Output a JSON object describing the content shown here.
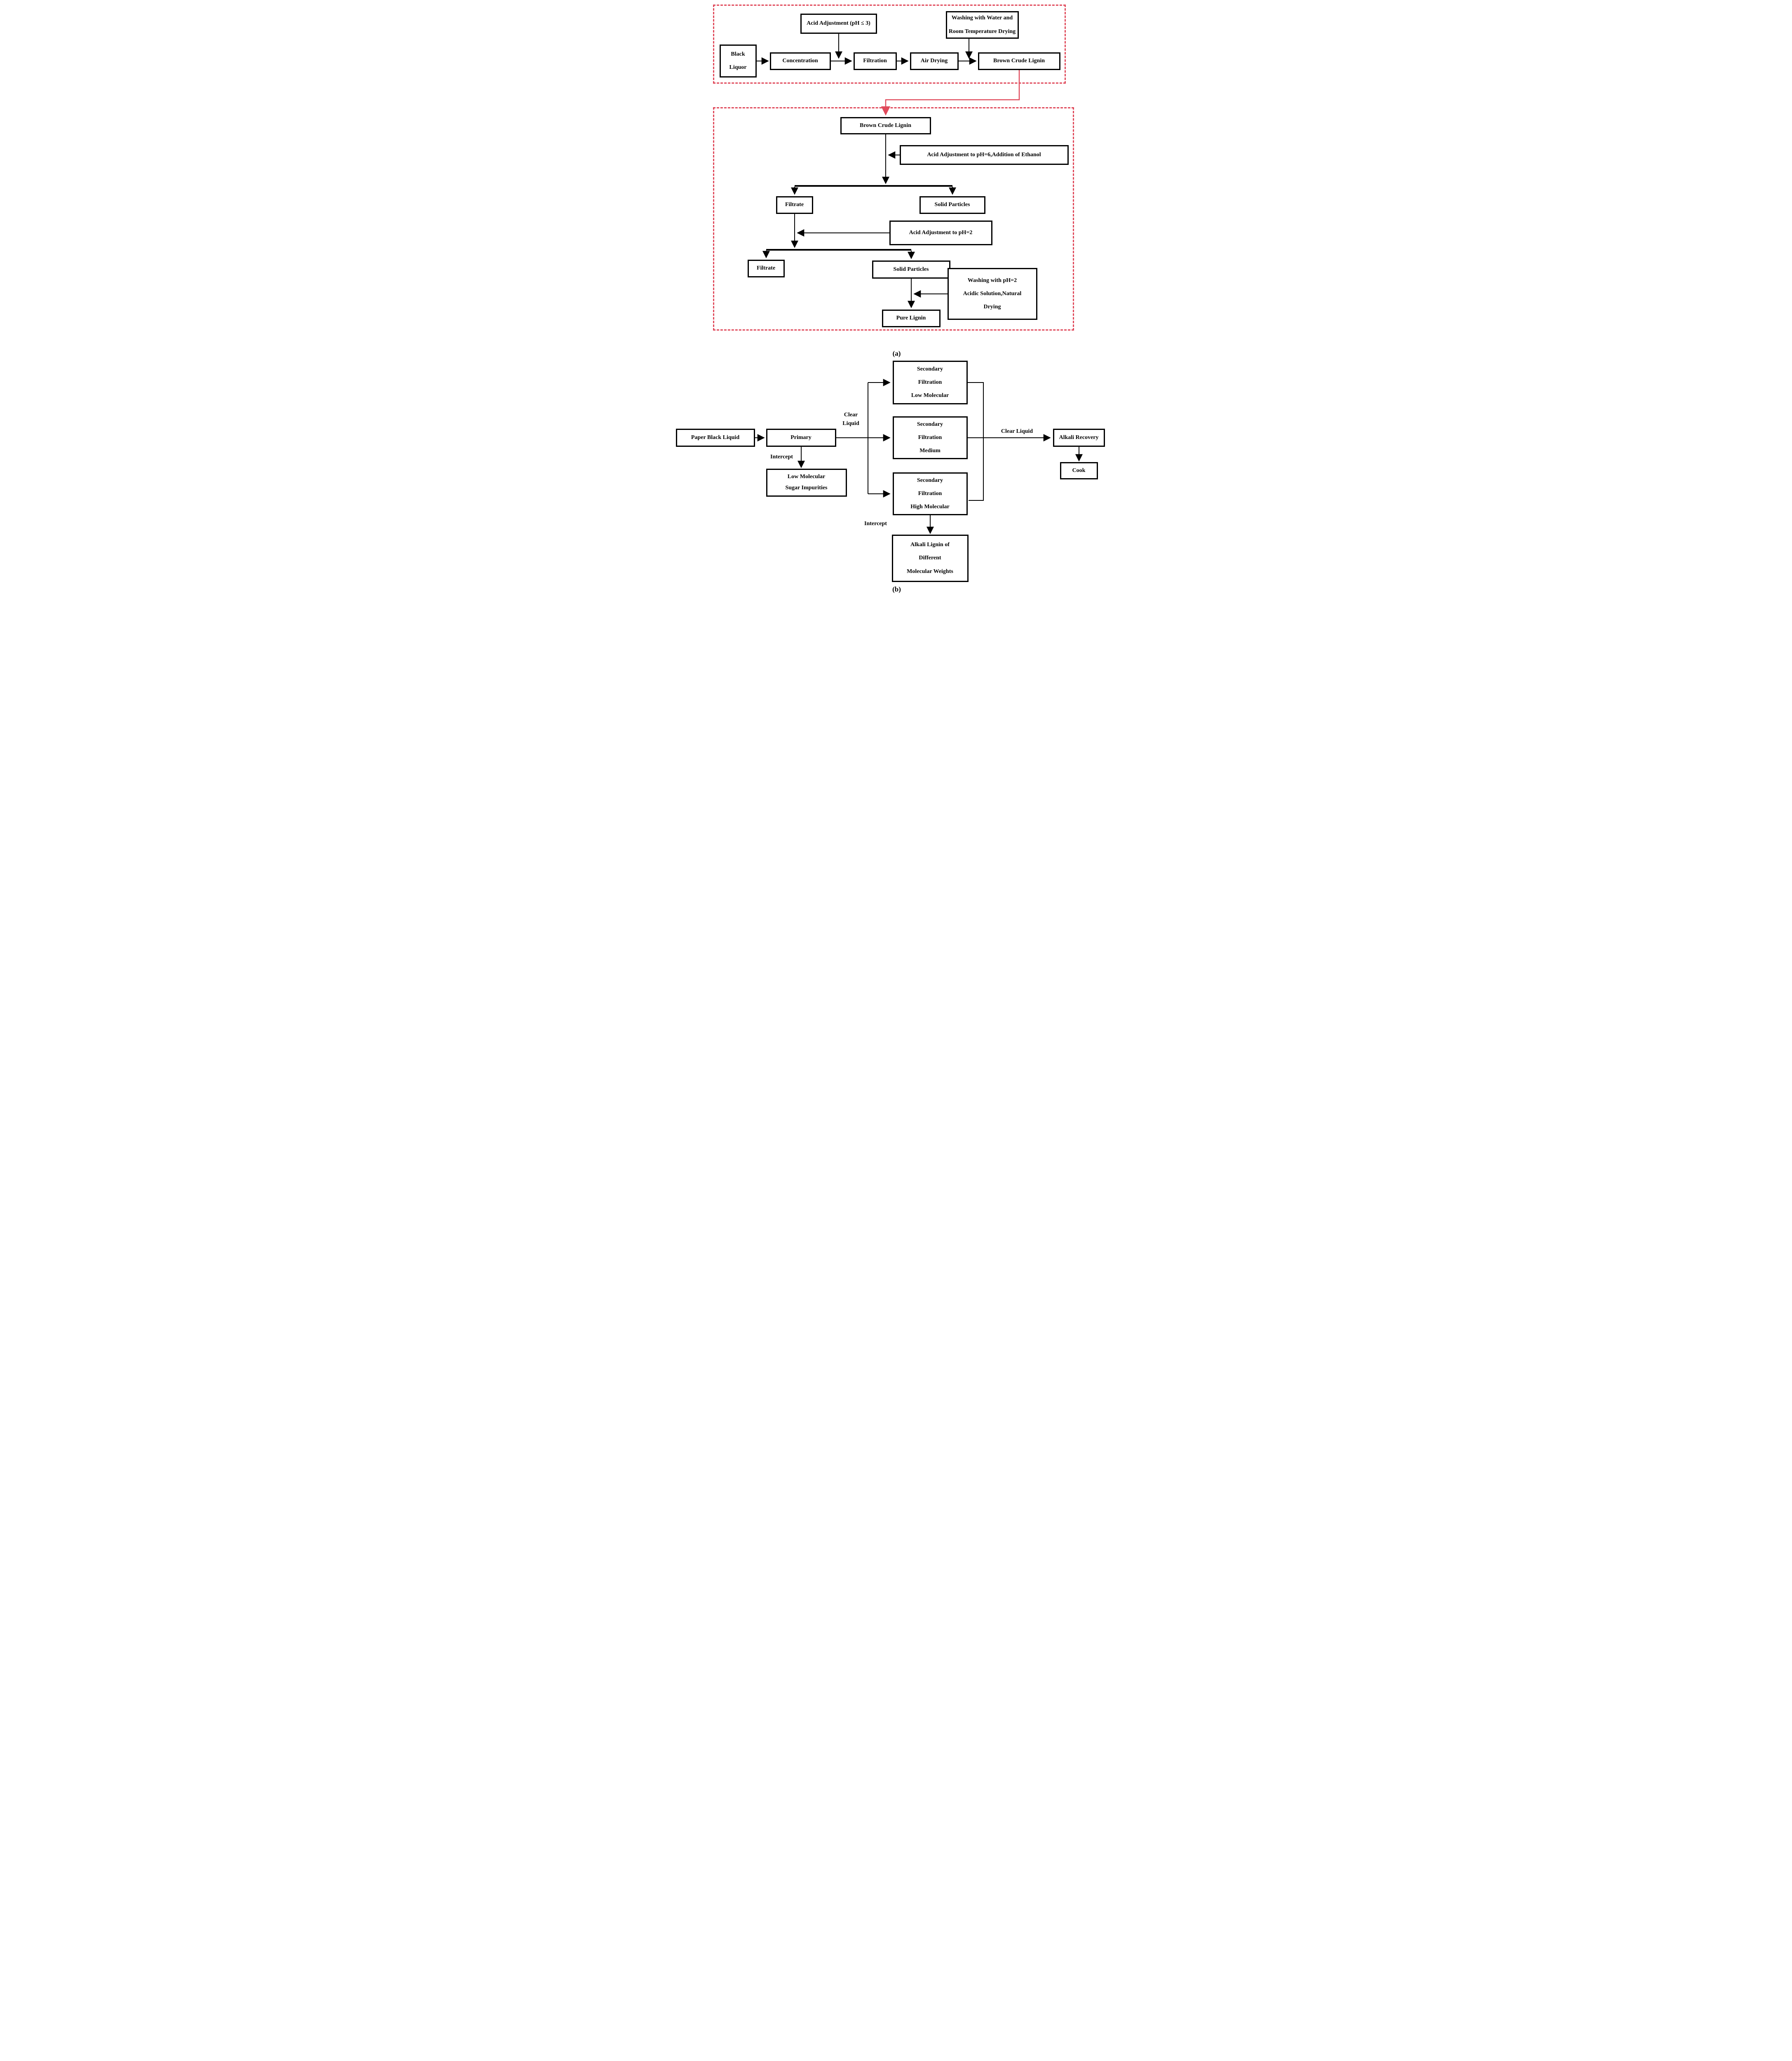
{
  "colors": {
    "accent-red": "#e04a5b",
    "ink": "#000000",
    "paper": "#ffffff"
  },
  "figure": {
    "a": {
      "caption": "(a)",
      "nodes": {
        "black_liquor": "Black\nLiquor",
        "concentration": "Concentration",
        "acid_ph3": "Acid Adjustment (pH ≤ 3)",
        "filtration": "Filtration",
        "air_drying": "Air Drying",
        "washing_water": "Washing with Water and\nRoom Temperature Drying",
        "brown_crude_1": "Brown Crude Lignin",
        "brown_crude_2": "Brown Crude Lignin",
        "acid_ph6": "Acid Adjustment to pH=6,Addition of Ethanol",
        "filtrate_1": "Filtrate",
        "solid_particles_1": "Solid Particles",
        "acid_ph2": "Acid Adjustment to pH=2",
        "filtrate_2": "Filtrate",
        "solid_particles_2": "Solid Particles",
        "washing_ph2": "Washing with pH=2\nAcidic Solution,Natural\nDrying",
        "pure_lignin": "Pure Lignin"
      }
    },
    "b": {
      "caption": "(b)",
      "nodes": {
        "paper_black_liquid": "Paper Black Liquid",
        "primary": "Primary",
        "sec_low": "Secondary\nFiltration\nLow Molecular",
        "sec_medium": "Secondary\nFiltration\nMedium",
        "sec_high": "Secondary\nFiltration\nHigh Molecular",
        "low_molecular_sugar": "Low Molecular\nSugar Impurities",
        "alkali_recovery": "Alkali Recovery",
        "cook": "Cook",
        "alkali_lignin": "Alkali Lignin of\nDifferent\nMolecular Weights"
      },
      "labels": {
        "clear_liquid_branch": "Clear\nLiquid",
        "intercept_primary": "Intercept",
        "clear_liquid_to_alkali": "Clear Liquid",
        "intercept_high": "Intercept"
      }
    }
  }
}
